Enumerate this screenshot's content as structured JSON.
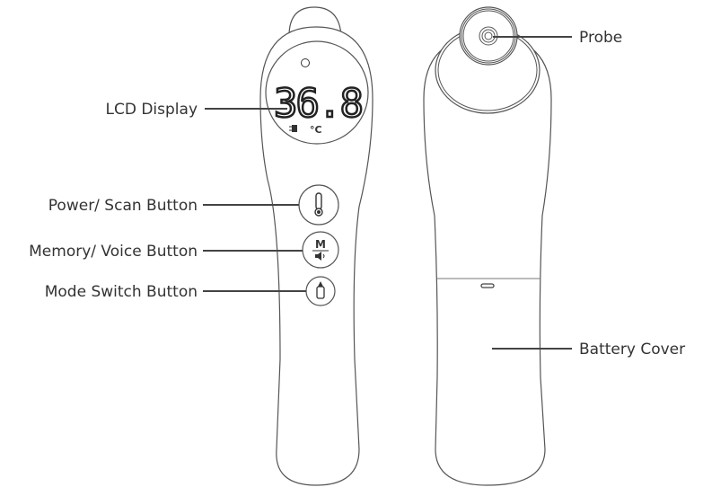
{
  "labels": {
    "lcd_display": "LCD Display",
    "power_scan": "Power/ Scan Button",
    "memory_voice": "Memory/ Voice Button",
    "mode_switch": "Mode Switch Button",
    "probe": "Probe",
    "battery_cover": "Battery Cover"
  },
  "lcd": {
    "reading": "36.8",
    "unit": "°C"
  },
  "memory_button_glyph": "M"
}
